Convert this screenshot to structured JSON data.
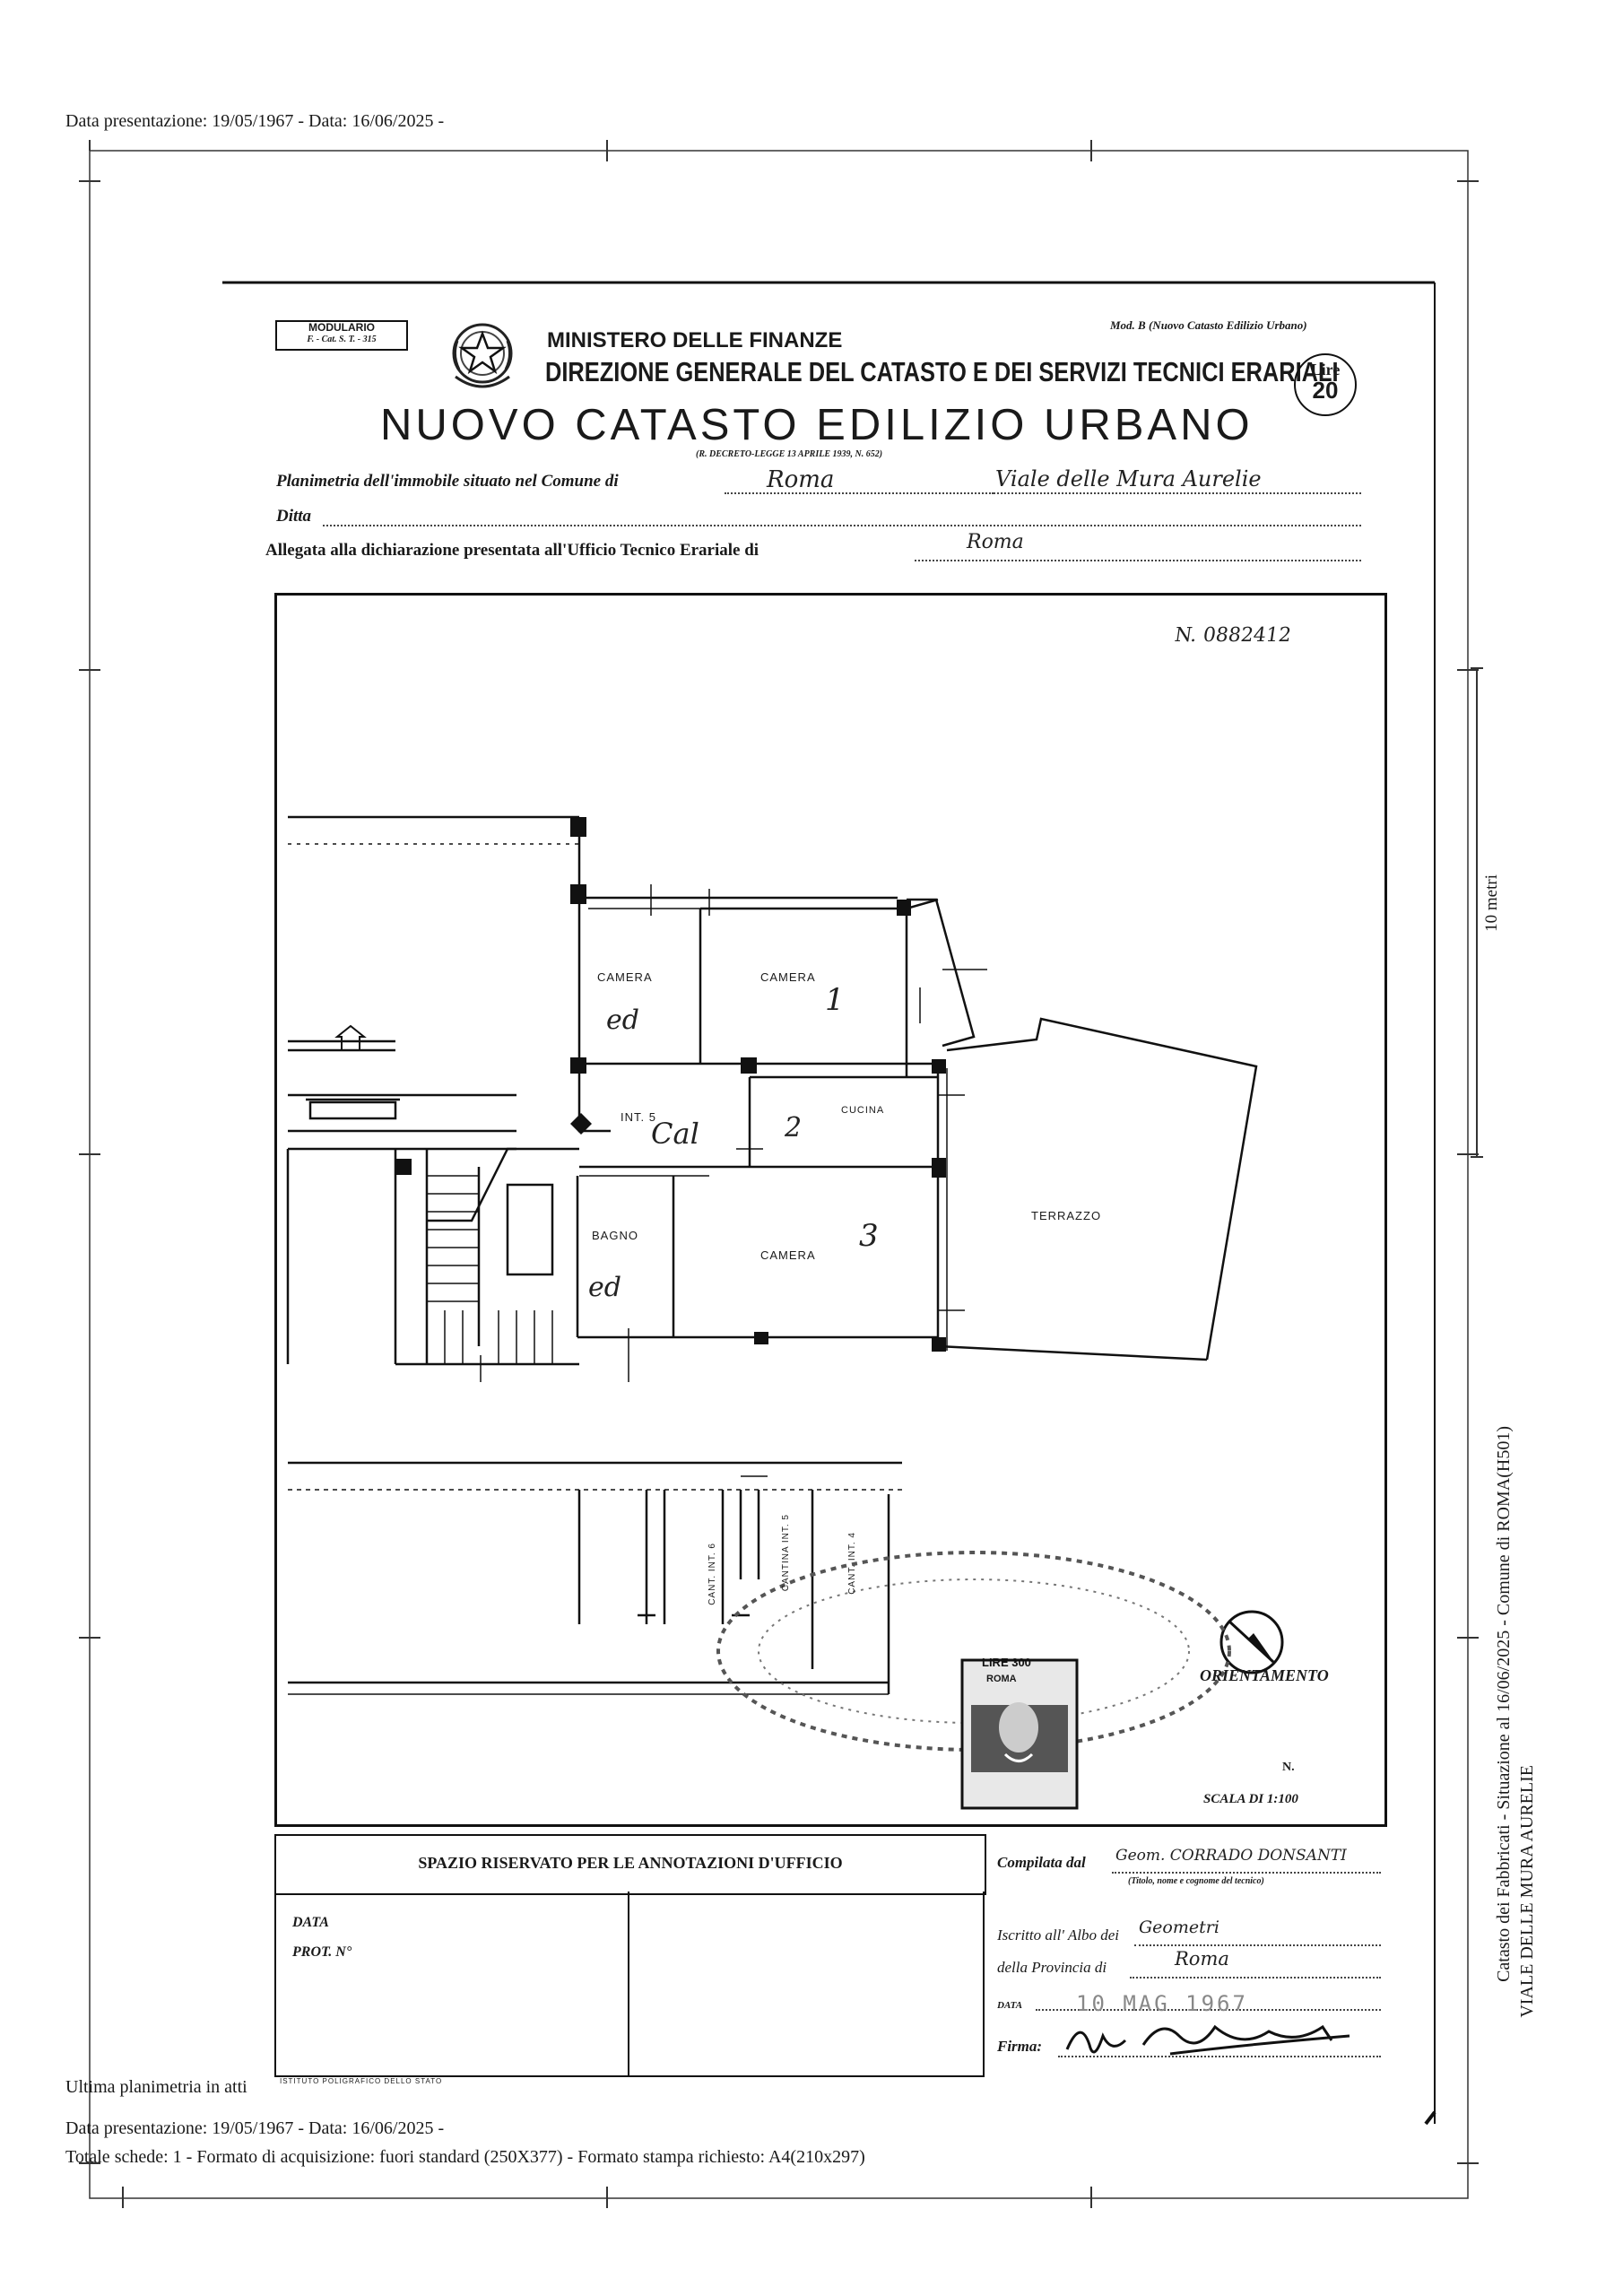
{
  "header": {
    "top_line": "Data presentazione: 19/05/1967 - Data: 16/06/2025 -"
  },
  "form": {
    "modulario_line1": "MODULARIO",
    "modulario_line2": "F. - Cat. S. T. - 315",
    "ministry": "MINISTERO DELLE FINANZE",
    "directorate": "DIREZIONE GENERALE DEL CATASTO E DEI SERVIZI TECNICI ERARIALI",
    "title": "NUOVO CATASTO EDILIZIO URBANO",
    "decree": "(R. DECRETO-LEGGE 13 APRILE 1939, N. 652)",
    "mod_code": "Mod. B (Nuovo Catasto Edilizio Urbano)",
    "lire_label": "Lire",
    "lire_value": "20",
    "planimetria_label": "Planimetria dell'immobile situato nel Comune di",
    "comune_value": "Roma",
    "via_value": "Viale delle Mura Aurelie",
    "ditta_label": "Ditta",
    "allegata_label": "Allegata alla dichiarazione presentata all'Ufficio Tecnico Erariale di",
    "ufficio_value": "Roma"
  },
  "plan": {
    "number": "N. 0882412",
    "rooms": {
      "camera_a": "CAMERA",
      "camera_b": "CAMERA",
      "cucina": "CUCINA",
      "int5": "INT. 5",
      "bagno": "BAGNO",
      "camera_c": "CAMERA",
      "terrazzo": "TERRAZZO",
      "cant6": "CANT. INT. 6",
      "cantina5": "CANTINA INT. 5",
      "cant4": "CANT. INT. 4"
    },
    "marks": {
      "m_ed1": "ed",
      "m_1": "1",
      "m_cal": "Cal",
      "m_2": "2",
      "m_3": "3",
      "m_ed2": "ed"
    },
    "orientamento": "ORIENTAMENTO",
    "north": "N.",
    "scala": "SCALA DI 1:100",
    "stamp_value": "LIRE 300",
    "stamp_city": "ROMA"
  },
  "footer_form": {
    "spazio": "SPAZIO RISERVATO PER LE ANNOTAZIONI D'UFFICIO",
    "data_label": "DATA",
    "prot_label": "PROT. N°",
    "compilata_label": "Compilata dal",
    "compilata_value": "Geom. CORRADO DONSANTI",
    "titolo_note": "(Titolo, nome e cognome del tecnico)",
    "iscritto_label": "Iscritto all' Albo dei",
    "iscritto_value": "Geometri",
    "provincia_label": "della Provincia di",
    "provincia_value": "Roma",
    "data_small_label": "DATA",
    "data_value": "10 MAG 1967",
    "firma_label": "Firma:",
    "printer": "ISTITUTO POLIGRAFICO DELLO STATO"
  },
  "side": {
    "scale_bar": "10 metri",
    "catasto_line": "Catasto dei Fabbricati - Situazione al 16/06/2025 - Comune di ROMA(H501)",
    "address_line": "VIALE DELLE MURA AURELIE"
  },
  "bottom": {
    "ultima": "Ultima planimetria in atti",
    "line1": "Data presentazione: 19/05/1967 - Data: 16/06/2025 -",
    "line2": "Totale schede: 1 - Formato di acquisizione: fuori standard (250X377) - Formato stampa richiesto: A4(210x297)"
  }
}
